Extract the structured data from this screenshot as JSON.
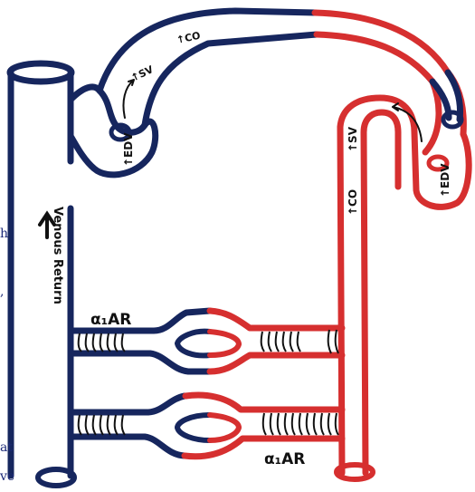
{
  "labels": {
    "venous_return": "Venous Return",
    "venous_arrow": "↑",
    "edv_left": "↑EDV",
    "sv_left": "↑SV",
    "co_left": "↑CO",
    "edv_right": "↑EDV",
    "sv_right": "↑SV",
    "co_right": "↑CO",
    "alpha_top": "α₁AR",
    "alpha_bottom": "α₁AR"
  },
  "margin_text": {
    "fragment_1": "h",
    "fragment_2": ",",
    "fragment_3": "at",
    "fragment_4": "ve"
  },
  "colors": {
    "venous": "#16265e",
    "arterial": "#d62f2f",
    "ink": "#111111",
    "margin_ink": "#1c2a78",
    "background": "#ffffff"
  }
}
